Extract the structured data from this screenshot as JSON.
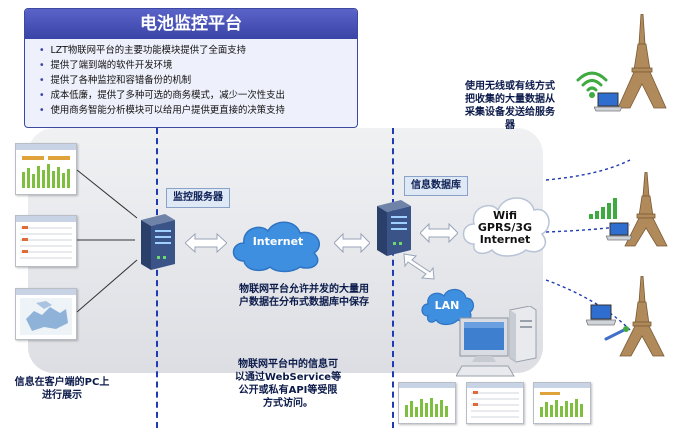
{
  "header": {
    "title": "电池监控平台",
    "bullets": [
      "LZT物联网平台的主要功能模块提供了全面支持",
      "提供了端到端的软件开发环境",
      "提供了各种监控和容错备份的机制",
      "成本低廉，提供了多种可选的商务模式，减少一次性支出",
      "使用商务智能分析模块可以给用户提供更直接的决策支持"
    ]
  },
  "labels": {
    "monitor_server": "监控服务器",
    "info_db": "信息数据库",
    "internet": "Internet",
    "lan": "LAN",
    "wifi": "Wifi",
    "gprs": "GPRS/3G",
    "internet2": "Internet"
  },
  "notes": {
    "wireless": [
      "使用无线或有线方式",
      "把收集的大量数据从",
      "采集设备发送给服务",
      "器"
    ],
    "concurrent": [
      "物联网平台允许并发的大量用",
      "户数据在分布式数据库中保存"
    ],
    "webservice": [
      "物联网平台中的信息可",
      "以通过WebService等",
      "公开或私有API等受限",
      "方式访问。"
    ],
    "client": [
      "信息在客户端的PC上",
      "进行展示"
    ]
  },
  "icons": {
    "server": "server-icon",
    "cloud": "cloud-icon",
    "tower": "eiffel-tower-icon",
    "wifi": "wifi-signal-icon",
    "signal": "signal-bars-icon",
    "laptop": "laptop-icon",
    "pc": "desktop-pc-icon",
    "arrow": "double-arrow-icon"
  },
  "colors": {
    "header_bar": "#3a43a6",
    "dashed_line": "#1f3bb3",
    "cloud": "#3f8fe0",
    "server": "#2a3f6a"
  }
}
